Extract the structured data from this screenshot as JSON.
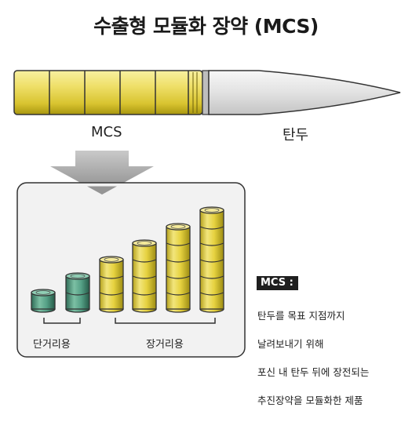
{
  "title": "수출형 모듈화 장약 (MCS)",
  "labels": {
    "mcs": "MCS",
    "shell": "탄두",
    "short_range": "단거리용",
    "long_range": "장거리용"
  },
  "legend": {
    "term": "MCS :",
    "description_lines": [
      "탄두를 목표 지점까지",
      "날려보내기 위해",
      "포신 내 탄두 뒤에 장전되는",
      "추진장약을 모듈화한 제품"
    ]
  },
  "stacks": {
    "short_range_module_counts": [
      1,
      2
    ],
    "long_range_module_counts": [
      3,
      4,
      5,
      6
    ]
  },
  "colors": {
    "charge_yellow": "#e8d53c",
    "charge_dark": "#a89a16",
    "short_charge_green": "#4e9178",
    "shell_gray": "#d8d8d8",
    "panel_bg": "#f2f2f2",
    "arrow_gray": "#9a9a9a"
  }
}
